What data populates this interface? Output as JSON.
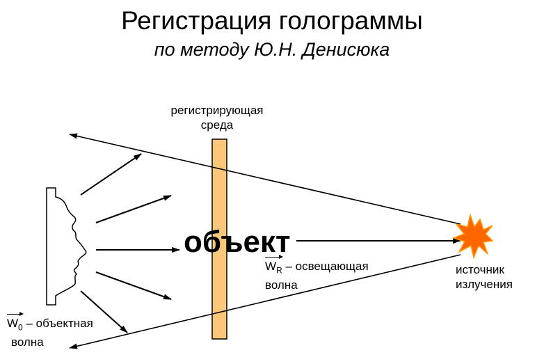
{
  "title": "Регистрация голограммы",
  "subtitle": "по методу Ю.Н. Денисюка",
  "labels": {
    "medium_line1": "регистрирующая",
    "medium_line2": "среда",
    "source_line1": "источник",
    "source_line2": "излучения",
    "reference_wave_symbol": "W",
    "reference_wave_subscript": "R",
    "reference_wave_text": " – освещающая",
    "reference_wave_line2": "волна",
    "object_wave_symbol": "W",
    "object_wave_subscript": "0",
    "object_wave_text": " – объектная",
    "object_wave_line2": "волна",
    "object": "объект"
  },
  "colors": {
    "medium_fill": "#FBC77A",
    "source_fill": "#FF6600",
    "source_stroke": "#FF9900"
  }
}
